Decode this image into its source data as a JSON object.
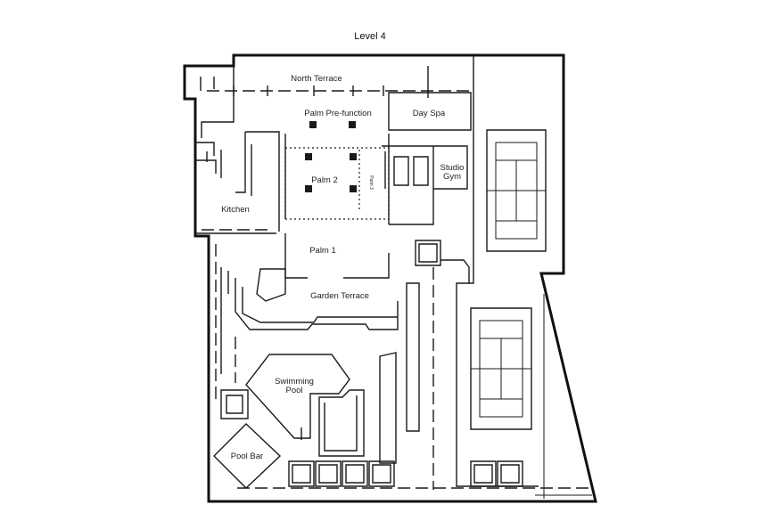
{
  "title": "Level 4",
  "rooms": {
    "north_terrace": "North Terrace",
    "palm_prefunction": "Palm Pre-function",
    "day_spa": "Day Spa",
    "palm_2": "Palm 2",
    "palm_3": "Palm 3",
    "studio_gym_line1": "Studio",
    "studio_gym_line2": "Gym",
    "kitchen": "Kitchen",
    "palm_1": "Palm 1",
    "garden_terrace": "Garden Terrace",
    "swimming_pool_line1": "Swimming",
    "swimming_pool_line2": "Pool",
    "pool_bar": "Pool Bar"
  },
  "colors": {
    "line": "#1a1a1a",
    "background": "#ffffff"
  }
}
